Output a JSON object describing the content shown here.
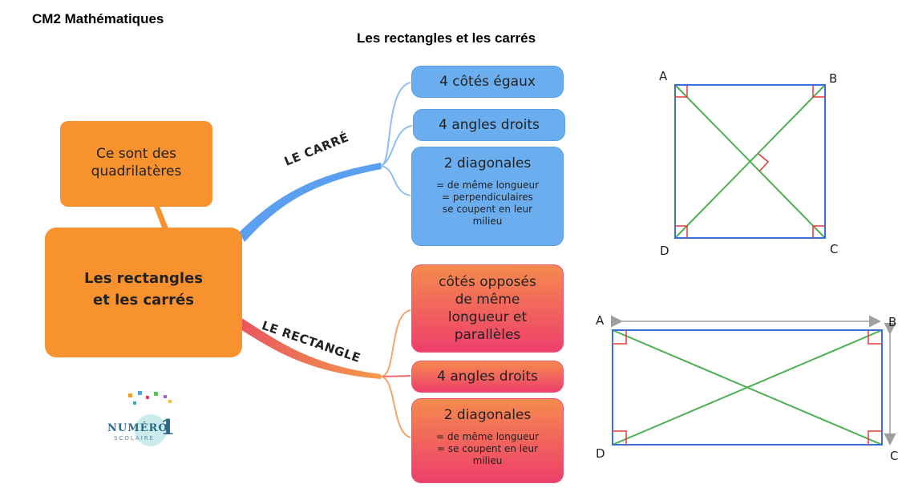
{
  "header": {
    "course": "CM2 Mathématiques",
    "title": "Les rectangles et les carrés"
  },
  "mindmap": {
    "center": {
      "line1": "Les rectangles",
      "line2": "et les carrés"
    },
    "note": {
      "line1": "Ce sont des",
      "line2": "quadrilatères"
    },
    "square_branch": {
      "label": "LE CARRÉ",
      "items": [
        {
          "title": "4 côtés égaux"
        },
        {
          "title": "4 angles droits"
        },
        {
          "title": "2 diagonales",
          "details": [
            "= de même longueur",
            "= perpendiculaires",
            "se coupent en leur",
            "milieu"
          ]
        }
      ]
    },
    "rectangle_branch": {
      "label": "LE RECTANGLE",
      "items": [
        {
          "lines": [
            "côtés opposés",
            "de même",
            "longueur et",
            "parallèles"
          ]
        },
        {
          "title": "4 angles droits"
        },
        {
          "title": "2 diagonales",
          "details": [
            "= de même longueur",
            "= se coupent en leur",
            "milieu"
          ]
        }
      ]
    }
  },
  "logo": {
    "text_top": "NUMÉRO",
    "digit": "1",
    "text_bottom": "SCOLAIRE"
  },
  "square_figure": {
    "vertices": [
      "A",
      "B",
      "C",
      "D"
    ]
  },
  "rectangle_figure": {
    "vertices": [
      "A",
      "B",
      "C",
      "D"
    ]
  },
  "colors": {
    "blue_box": "#6aaef0",
    "orange": "#f7922f",
    "pink": "#ee3f6b",
    "diagonal": "#4caf50",
    "side": "#3a6fd8",
    "right_angle": "#e53935"
  }
}
